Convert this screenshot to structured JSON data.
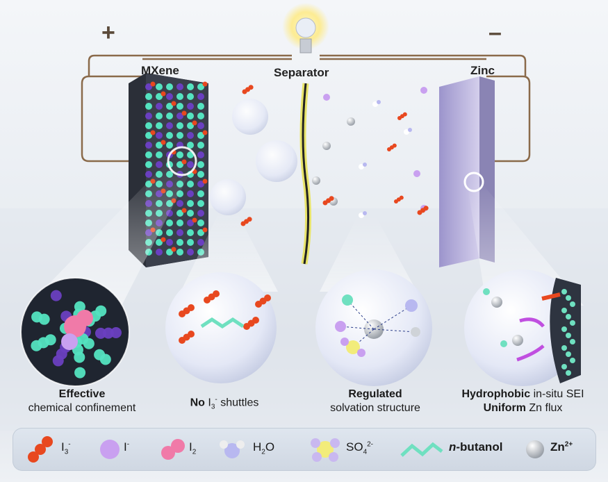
{
  "labels": {
    "plus": "+",
    "minus": "–",
    "mxene": "MXene",
    "separator": "Separator",
    "zinc": "Zinc"
  },
  "captions": {
    "c1": {
      "bold": "Effective",
      "rest": "chemical confinement"
    },
    "c2": {
      "bold": "No",
      "species": "I",
      "sub": "3",
      "sup": "-",
      "rest": "shuttles"
    },
    "c3": {
      "bold": "Regulated",
      "rest": "solvation structure"
    },
    "c4": {
      "bold1": "Hydrophobic",
      "rest1": "in-situ SEI",
      "bold2": "Uniform",
      "rest2": "Zn flux"
    }
  },
  "legend": {
    "i3": {
      "base": "I",
      "sub": "3",
      "sup": "-"
    },
    "i_minus": {
      "base": "I",
      "sup": "-"
    },
    "i2": {
      "base": "I",
      "sub": "2"
    },
    "h2o": {
      "pre": "H",
      "sub": "2",
      "post": "O"
    },
    "so4": {
      "base": "SO",
      "sub": "4",
      "sup": "2-"
    },
    "butanol": {
      "ital": "n",
      "rest": "-butanol"
    },
    "zn": {
      "base": "Zn",
      "sup": "2+"
    }
  },
  "colors": {
    "iodine3": "#e8481f",
    "iodide": "#c9a0f0",
    "iodine2": "#f07aa8",
    "water": "#b8b8f0",
    "sulfate": "#f2ec7a",
    "butanol": "#6fe0c0",
    "zinc_ion": "#cfd3d8",
    "zinc_plate": "#b7b0d8",
    "mxene_teal": "#54e3c0",
    "wire": "#8a6a4a"
  }
}
